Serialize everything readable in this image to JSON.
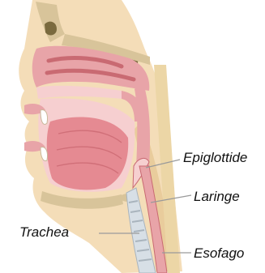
{
  "labels": {
    "epiglottis": "Epiglottide",
    "larynx": "Laringe",
    "trachea": "Trachea",
    "esophagus": "Esofago"
  },
  "colors": {
    "skin": "#f4ddb8",
    "skin_shade": "#e9cc9c",
    "bone": "#d8c49a",
    "bone_dark": "#7a6a3e",
    "mucosa": "#e8a4a8",
    "mucosa_dark": "#c96a72",
    "mucosa_light": "#f6cfd0",
    "tongue": "#e58a92",
    "tube": "#d7dfe6",
    "leader": "#9a9a9a"
  }
}
